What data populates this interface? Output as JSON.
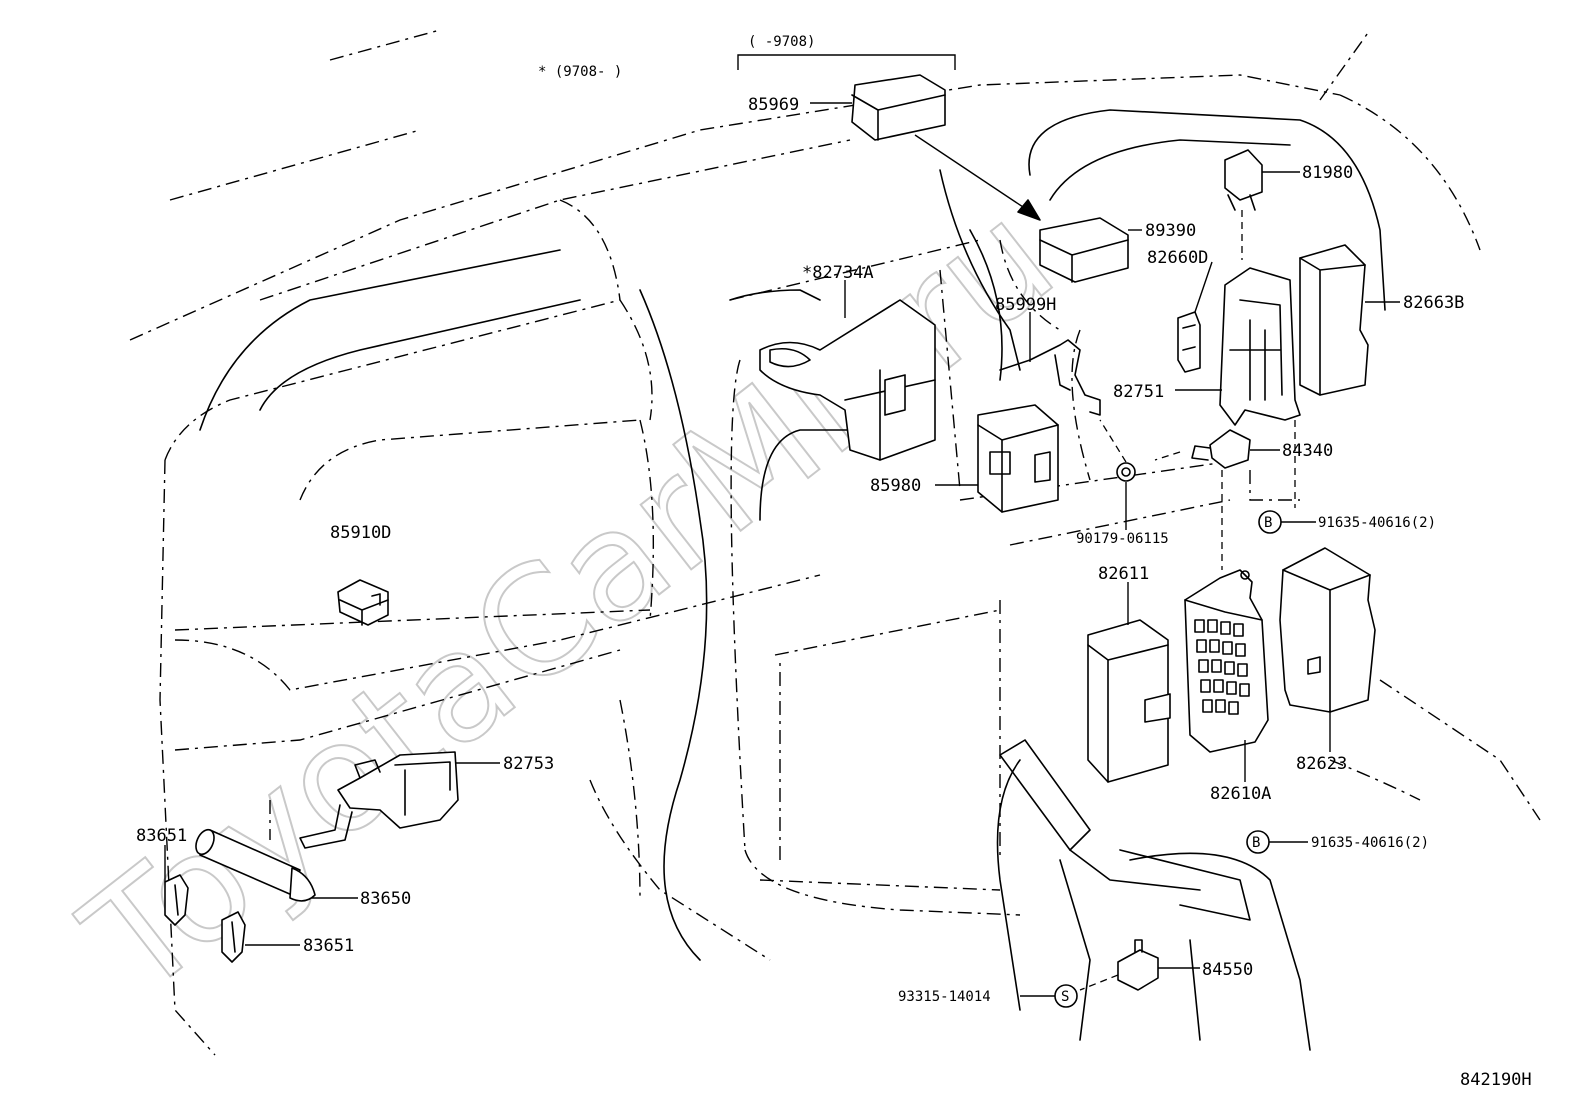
{
  "diagram": {
    "watermark": "ToyotaCarMir.ru",
    "date_ranges": {
      "upper_bracket": "(      -9708)",
      "asterisk_note": "* (9708-      )"
    },
    "figure_code": "842190H",
    "callouts": {
      "p85969": "85969",
      "p81980": "81980",
      "p89390": "89390",
      "p82660D": "82660D",
      "p82734A": "*82734A",
      "p85999H": "85999H",
      "p82663B": "82663B",
      "p82751": "82751",
      "p84340": "84340",
      "p85980": "85980",
      "p90179": "90179-06115",
      "p91635a": "91635-40616(2)",
      "p91635b": "91635-40616(2)",
      "p85910D": "85910D",
      "p82611": "82611",
      "p82753": "82753",
      "p82623": "82623",
      "p82610A": "82610A",
      "p83651a": "83651",
      "p83650": "83650",
      "p83651b": "83651",
      "p84550": "84550",
      "p93315": "93315-14014"
    },
    "markers": {
      "bolt_b1": "B",
      "bolt_b2": "B",
      "screw_s": "S"
    }
  }
}
